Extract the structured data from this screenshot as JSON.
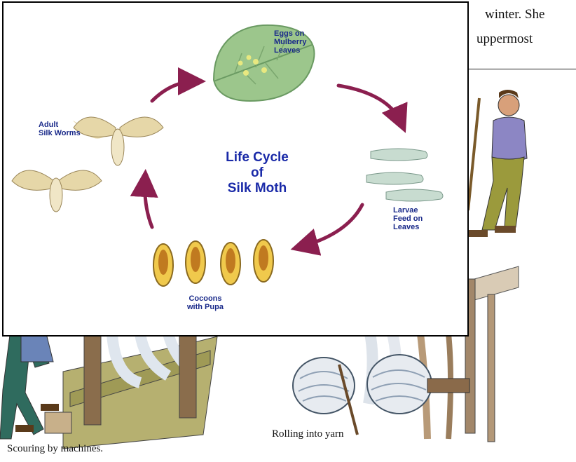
{
  "background": {
    "text_line_1": "winter. She",
    "text_line_2": "uppermost",
    "caption_left": "Scouring by machines.",
    "caption_right": "Rolling into yarn"
  },
  "diagram": {
    "title_lines": [
      "Life Cycle",
      "of",
      "Silk Moth"
    ],
    "stages": {
      "eggs": [
        "Eggs on",
        "Mulberry",
        "Leaves"
      ],
      "larvae": [
        "Larvae",
        "Feed on",
        "Leaves"
      ],
      "cocoons": [
        "Cocoons",
        "with Pupa"
      ],
      "adult": [
        "Adult",
        "Silk Worms"
      ]
    },
    "colors": {
      "arrow": "#8b1f4f",
      "label": "#1a2a8a",
      "leaf": "#9cc68c",
      "worm": "#c8dcd0",
      "cocoon": "#f0c94c",
      "moth": "#e6d7a8"
    }
  }
}
